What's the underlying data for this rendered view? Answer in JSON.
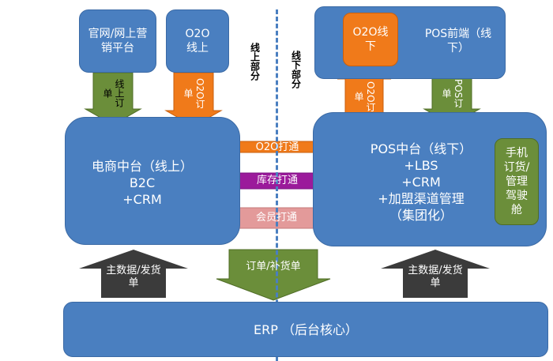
{
  "left": {
    "official_web": "官网/网上营销平台",
    "o2o_online": "O2O线上",
    "arrow_online_order": "线上订单",
    "arrow_o2o_order": "O2O订单",
    "center_title": "电商中台（线上）",
    "center_line2": "B2C",
    "center_line3": "+CRM"
  },
  "right": {
    "o2o_offline": "O2O线下",
    "pos_front": "POS前端（线下）",
    "arrow_o2o_order": "O2O订单",
    "arrow_pos_order": "POS订单",
    "center_title": "POS中台（线下）",
    "center_line2": "+LBS",
    "center_line3": "+CRM",
    "center_line4": "+加盟渠道管理",
    "center_line5": "（集团化）",
    "mobile": "手机订货/管理驾驶舱"
  },
  "divider": {
    "online_label": "线上部分",
    "offline_label": "线下部分"
  },
  "bridges": {
    "o2o": "O2O打通",
    "inventory": "库存打通",
    "member": "会员打通"
  },
  "bottom": {
    "master_left": "主数据/发货单",
    "orders": "订单/补货单",
    "master_right": "主数据/发货单",
    "erp": "ERP （后台核心）"
  },
  "colors": {
    "blue": "#4a7fc0",
    "orange": "#f07a1a",
    "green": "#6b8e3a",
    "purple": "#9b1a9b",
    "pink": "#e39a9a",
    "dark": "#3b3b3b"
  }
}
